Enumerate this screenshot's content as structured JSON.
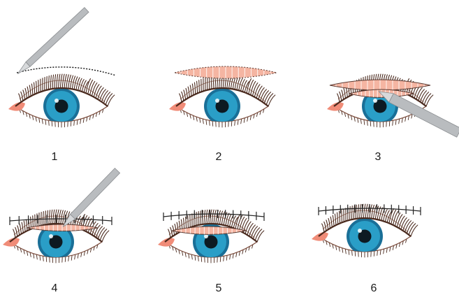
{
  "steps": [
    {
      "label": "1",
      "stage": "incision-marking"
    },
    {
      "label": "2",
      "stage": "skin-strip-excised"
    },
    {
      "label": "3",
      "stage": "muscle-strip-excision"
    },
    {
      "label": "4",
      "stage": "suturing"
    },
    {
      "label": "5",
      "stage": "sutured-with-strip"
    },
    {
      "label": "6",
      "stage": "closed"
    }
  ],
  "colors": {
    "iris": "#2a9ec7",
    "iris_dark": "#1a6f97",
    "pupil": "#0d1a22",
    "lash": "#4a2a1e",
    "skin_strip": "#f5b5a2",
    "caruncle": "#f08c78",
    "scalpel": "#b9bcbf",
    "suture": "#222222"
  }
}
